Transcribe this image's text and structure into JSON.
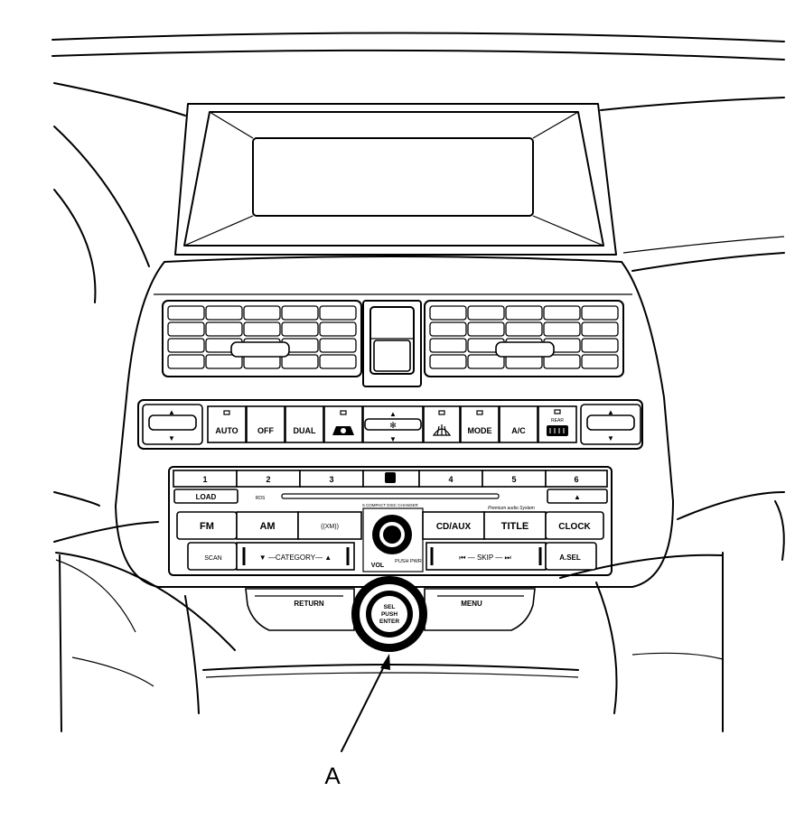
{
  "callout": {
    "letter": "A"
  },
  "climate": {
    "buttons": [
      {
        "key": "auto",
        "label": "AUTO"
      },
      {
        "key": "off",
        "label": "OFF"
      },
      {
        "key": "dual",
        "label": "DUAL"
      },
      {
        "key": "mode",
        "label": "MODE"
      },
      {
        "key": "ac",
        "label": "A/C"
      }
    ],
    "rear_defrost_caption": "REAR"
  },
  "presets": [
    "1",
    "2",
    "3",
    "4",
    "5",
    "6"
  ],
  "audio": {
    "load_label": "LOAD",
    "eject_glyph": "▲",
    "row1": [
      {
        "key": "fm",
        "label": "FM"
      },
      {
        "key": "am",
        "label": "AM"
      },
      {
        "key": "xm",
        "label": "((XM))"
      },
      {
        "key": "cdaux",
        "label": "CD/AUX"
      },
      {
        "key": "title",
        "label": "TITLE"
      },
      {
        "key": "clock",
        "label": "CLOCK"
      }
    ],
    "scan_label": "SCAN",
    "category_label": "▼ —CATEGORY— ▲",
    "skip_label": "⏮ — SKIP — ⏭",
    "asel_label": "A.SEL",
    "vol_label": "VOL",
    "push_pwr_label": "PUSH PWR",
    "slot_caption": "6 COMPACT DISC CHANGER",
    "brand_caption": "Premium audio System",
    "rds_caption": "RDS"
  },
  "nav": {
    "return_label": "RETURN",
    "menu_label": "MENU",
    "knob_lines": [
      "SEL",
      "PUSH",
      "ENTER"
    ]
  }
}
